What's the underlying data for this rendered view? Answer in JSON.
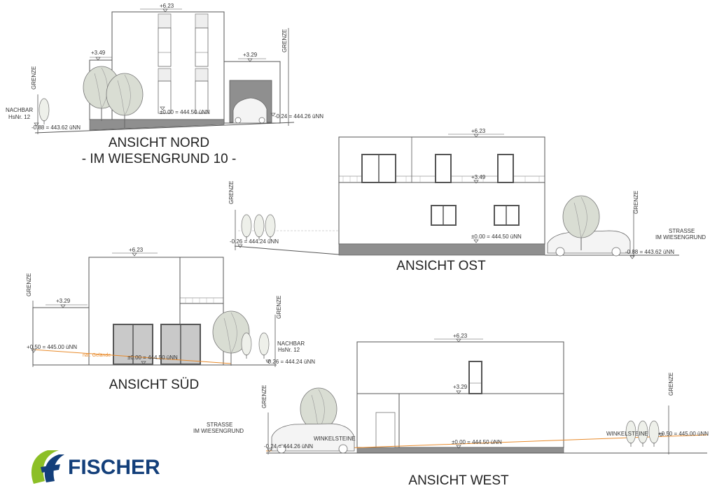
{
  "elevations": {
    "nord": {
      "title_line1": "ANSICHT NORD",
      "title_line2": "- IM WIESENGRUND 10 -",
      "top": "+6.23",
      "mid": "+3.49",
      "garage": "+3.29",
      "zero": "±0.00 = 444.50 üNN",
      "right_level": "-0.24 = 444.26 üNN",
      "left_level": "-0.88 = 443.62 üNN",
      "neighbor_line1": "NACHBAR",
      "neighbor_line2": "HsNr. 12",
      "grenze_left": "GRENZE",
      "grenze_right": "GRENZE"
    },
    "ost": {
      "title": "ANSICHT OST",
      "top": "+6.23",
      "mid": "+3.49",
      "zero": "±0.00 = 444.50 üNN",
      "left_level": "-0.26 = 444.24 üNN",
      "right_level": "-0.88 = 443.62 üNN",
      "street_line1": "STRASSE",
      "street_line2": "IM WIESENGRUND",
      "grenze_left": "GRENZE",
      "grenze_right": "GRENZE"
    },
    "sued": {
      "title": "ANSICHT SÜD",
      "top": "+6.23",
      "mid": "+3.29",
      "zero": "±0.00 = 444.50 üNN",
      "left_level": "+0.50 = 445.00 üNN",
      "right_level": "-0.26 = 444.24 üNN",
      "terrain": "nat. Gelände",
      "neighbor_line1": "NACHBAR",
      "neighbor_line2": "HsNr. 12",
      "grenze_left": "GRENZE",
      "grenze_right": "GRENZE"
    },
    "west": {
      "title": "ANSICHT WEST",
      "top": "+6.23",
      "mid": "+3.29",
      "zero": "±0.00 = 444.50 üNN",
      "left_level": "-0.24 = 444.26 üNN",
      "right_level": "+0.50 = 445.00 üNN",
      "winkel_left": "WINKELSTEINE",
      "winkel_right": "WINKELSTEINE",
      "street_line1": "STRASSE",
      "street_line2": "IM WIESENGRUND",
      "grenze_left": "GRENZE",
      "grenze_right": "GRENZE"
    }
  },
  "logo": {
    "text": "FISCHER",
    "color": "#133f7a",
    "accent": "#8cbf26"
  },
  "colors": {
    "line": "#555555",
    "ground_band": "#8f8f8f",
    "glass": "#c9c9c9",
    "terrain": "#e88a2a",
    "tree": "#cfd6c6"
  }
}
